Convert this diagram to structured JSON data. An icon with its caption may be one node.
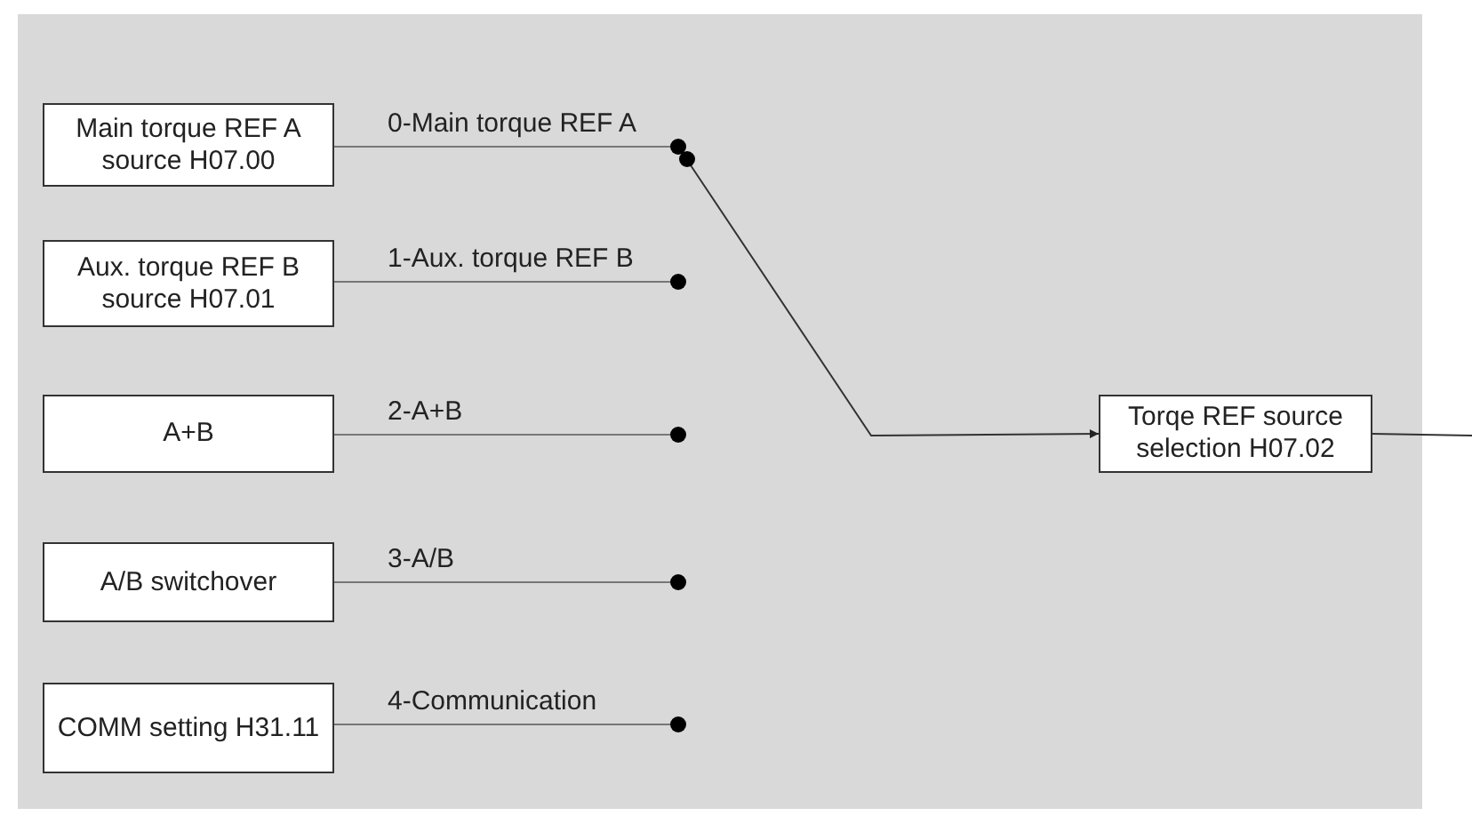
{
  "diagram": {
    "nodes": [
      {
        "text": [
          "Main torque REF A source H07.00"
        ]
      },
      {
        "text": [
          "Aux. torque REF B source H07.01"
        ]
      },
      {
        "text": [
          "A+B"
        ]
      },
      {
        "text": [
          "A/B switchover"
        ]
      },
      {
        "text": [
          "COMM setting H31.11"
        ]
      },
      {
        "text": [],
        "shape": "circle"
      },
      {
        "text": [],
        "shape": "circle"
      },
      {
        "text": [],
        "shape": "circle"
      },
      {
        "text": [],
        "shape": "circle"
      },
      {
        "text": [],
        "shape": "circle"
      },
      {
        "text": [],
        "shape": "circle"
      },
      {
        "text": [
          "Torqe REF source selection H07.02"
        ]
      }
    ],
    "edges": [
      {
        "from": 0,
        "to": 5,
        "arrow": "none",
        "label": "0-Main torque REF A"
      },
      {
        "from": 1,
        "to": 6,
        "arrow": "none",
        "label": "1-Aux. torque REF B"
      },
      {
        "from": 2,
        "to": 7,
        "arrow": "none",
        "label": "2-A+B"
      },
      {
        "from": 3,
        "to": 8,
        "arrow": "none",
        "label": "3-A/B"
      },
      {
        "from": 4,
        "to": 9,
        "arrow": "none",
        "label": "4-Communication"
      },
      {
        "from": 10,
        "to": 11,
        "arrow": "to"
      },
      {
        "from": 11,
        "to": null,
        "arrow": "none"
      }
    ]
  }
}
